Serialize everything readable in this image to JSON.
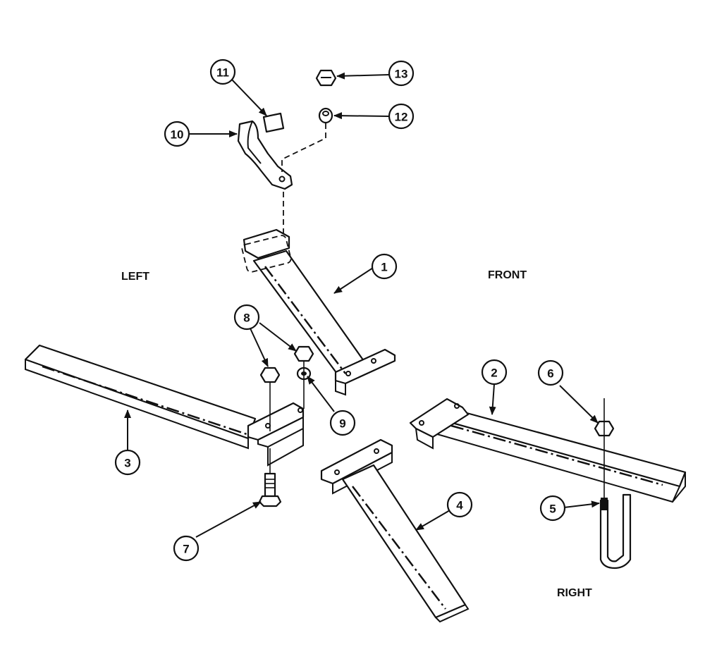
{
  "labels": {
    "left": "LEFT",
    "front": "FRONT",
    "right": "RIGHT"
  },
  "callouts": [
    {
      "id": "1",
      "name": "callout-1"
    },
    {
      "id": "2",
      "name": "callout-2"
    },
    {
      "id": "3",
      "name": "callout-3"
    },
    {
      "id": "4",
      "name": "callout-4"
    },
    {
      "id": "5",
      "name": "callout-5"
    },
    {
      "id": "6",
      "name": "callout-6"
    },
    {
      "id": "7",
      "name": "callout-7"
    },
    {
      "id": "8",
      "name": "callout-8"
    },
    {
      "id": "9",
      "name": "callout-9"
    },
    {
      "id": "10",
      "name": "callout-10"
    },
    {
      "id": "11",
      "name": "callout-11"
    },
    {
      "id": "12",
      "name": "callout-12"
    },
    {
      "id": "13",
      "name": "callout-13"
    }
  ],
  "colors": {
    "line": "#111111",
    "background": "#ffffff"
  }
}
